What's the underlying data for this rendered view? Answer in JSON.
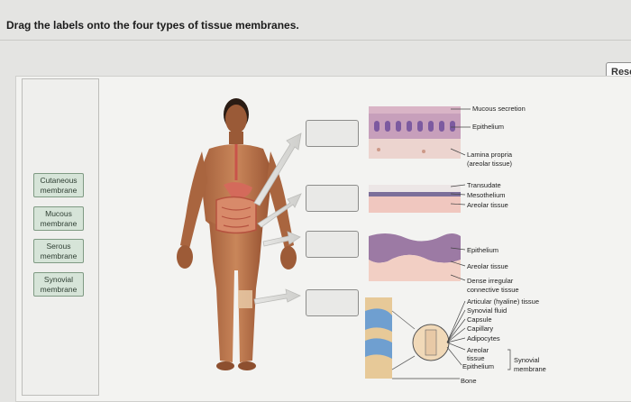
{
  "instruction": "Drag the labels onto the four types of tissue membranes.",
  "reset_label": "Rese",
  "label_bank": [
    {
      "line1": "Cutaneous",
      "line2": "membrane"
    },
    {
      "line1": "Mucous",
      "line2": "membrane"
    },
    {
      "line1": "Serous",
      "line2": "membrane"
    },
    {
      "line1": "Synovial",
      "line2": "membrane"
    }
  ],
  "mucous_annotations": [
    "Mucous secretion",
    "Epithelium",
    "Lamina propria",
    "(areolar tissue)"
  ],
  "serous_annotations": [
    "Transudate",
    "Mesothelium",
    "Areolar tissue"
  ],
  "cutaneous_annotations": [
    "Epithelium",
    "Areolar tissue",
    "Dense irregular",
    "connective tissue"
  ],
  "synovial_annotations": [
    "Articular (hyaline) tissue",
    "Synovial fluid",
    "Capsule",
    "Capillary",
    "Adipocytes",
    "Areolar",
    "tissue",
    "Epithelium",
    "Bone"
  ],
  "synovial_bracket": {
    "line1": "Synovial",
    "line2": "membrane"
  }
}
